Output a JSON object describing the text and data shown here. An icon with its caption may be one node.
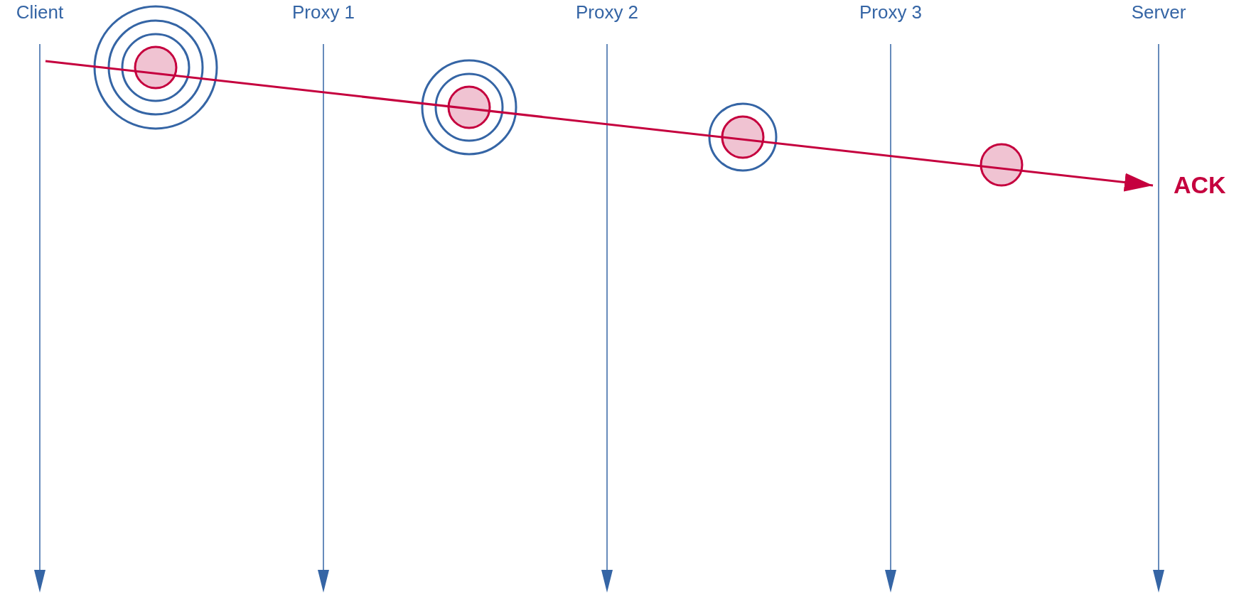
{
  "diagram": {
    "nodes": [
      {
        "text": [
          "Client"
        ]
      },
      {
        "text": [
          "Proxy 1"
        ]
      },
      {
        "text": [
          "Proxy 2"
        ]
      },
      {
        "text": [
          "Proxy 3"
        ]
      },
      {
        "text": [
          "Server"
        ]
      }
    ],
    "edges": [
      {
        "from": 0,
        "to": 4,
        "arrow": "to",
        "color": "#c5003e"
      }
    ],
    "labels": [
      "ACK"
    ]
  }
}
